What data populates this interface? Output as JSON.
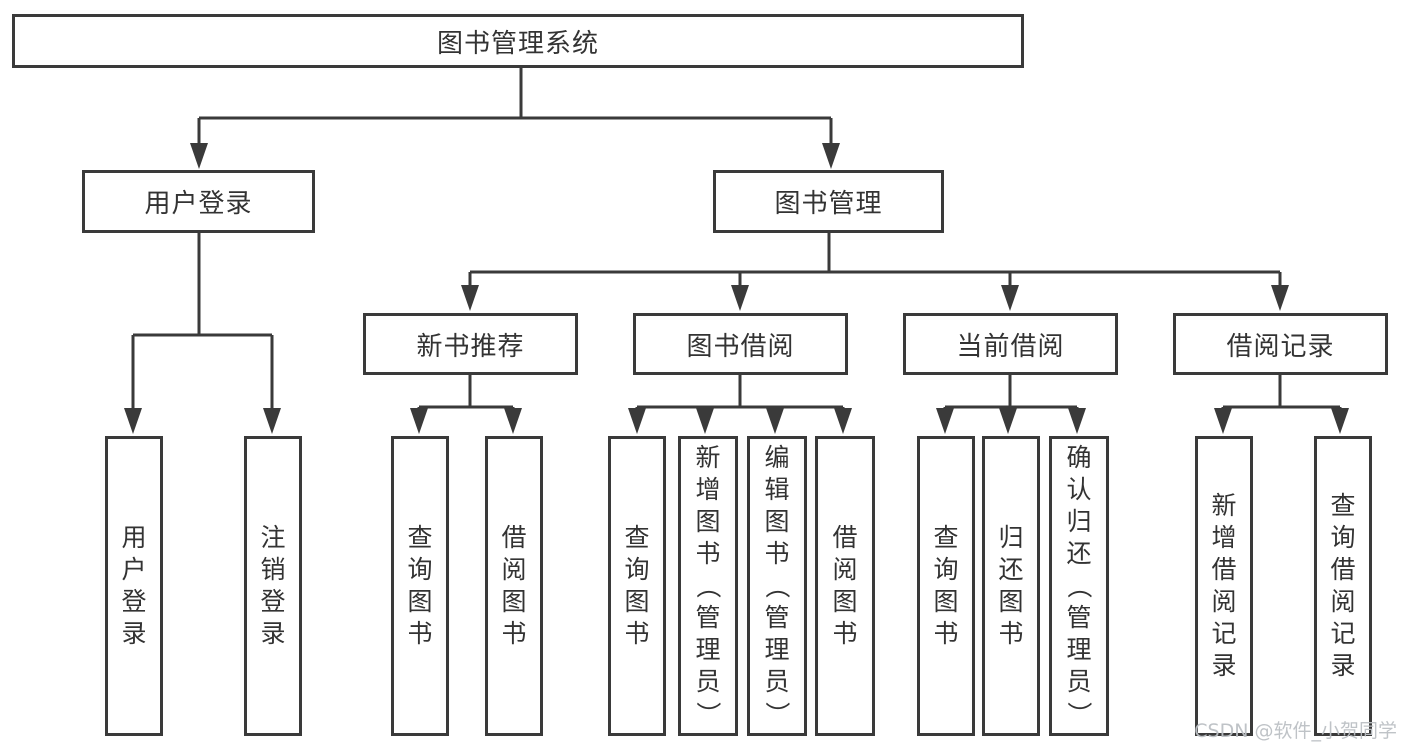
{
  "nodes": {
    "root": "图书管理系统",
    "user_login": "用户登录",
    "book_management": "图书管理",
    "new_book_recommend": "新书推荐",
    "book_borrow": "图书借阅",
    "current_borrow": "当前借阅",
    "borrow_records": "借阅记录"
  },
  "leaves": {
    "user_login": [
      "用户登录",
      "注销登录"
    ],
    "new_book_recommend": [
      "查询图书",
      "借阅图书"
    ],
    "book_borrow": [
      "查询图书",
      "新增图书（管理员）",
      "编辑图书（管理员）",
      "借阅图书"
    ],
    "current_borrow": [
      "查询图书",
      "归还图书",
      "确认归还（管理员）"
    ],
    "borrow_records": [
      "新增借阅记录",
      "查询借阅记录"
    ]
  },
  "watermark": "CSDN @软件_小贺同学",
  "colors": {
    "line": "#3a3a3a",
    "text": "#333333",
    "watermark": "#bcc0c5",
    "background": "#ffffff"
  }
}
